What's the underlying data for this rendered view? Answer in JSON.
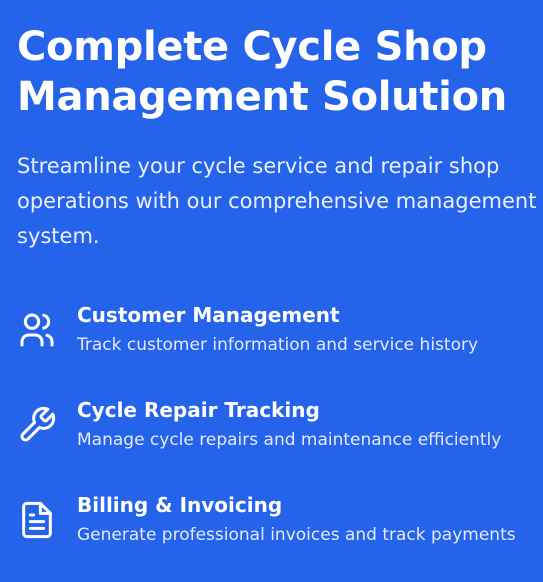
{
  "hero": {
    "title_line1": "Complete Cycle Shop",
    "title_line2": "Management Solution",
    "subtitle_line1": "Streamline your cycle service and repair shop",
    "subtitle_line2": "operations with our comprehensive management",
    "subtitle_line3": "system."
  },
  "features": [
    {
      "icon": "users-icon",
      "title": "Customer Management",
      "description": "Track customer information and service history"
    },
    {
      "icon": "wrench-icon",
      "title": "Cycle Repair Tracking",
      "description": "Manage cycle repairs and maintenance efficiently"
    },
    {
      "icon": "document-icon",
      "title": "Billing & Invoicing",
      "description": "Generate professional invoices and track payments"
    }
  ],
  "colors": {
    "background": "#2563eb",
    "text": "#ffffff"
  }
}
